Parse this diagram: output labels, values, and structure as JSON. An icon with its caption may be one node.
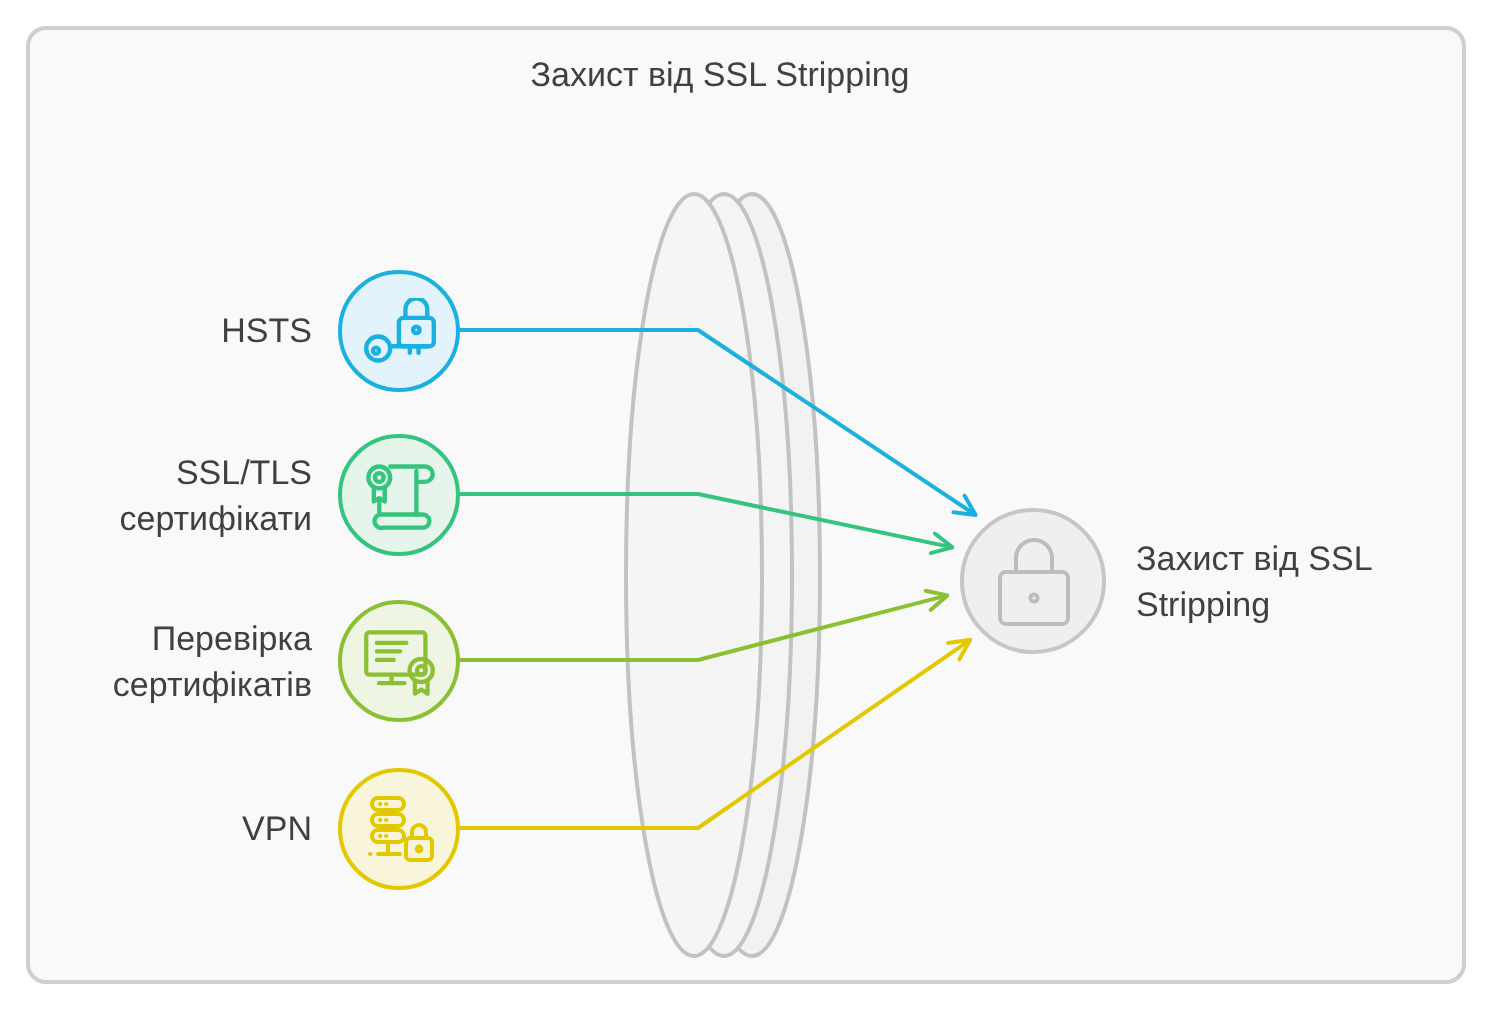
{
  "diagram": {
    "title": "Захист від SSL Stripping",
    "nodes": [
      {
        "text": [
          "HSTS"
        ]
      },
      {
        "text": [
          "SSL/TLS сертифікати"
        ]
      },
      {
        "text": [
          "Перевірка сертифікатів"
        ]
      },
      {
        "text": [
          "VPN"
        ]
      },
      {
        "text": [
          "Захист від SSL Stripping"
        ]
      }
    ],
    "edges": [
      {
        "from": 0,
        "to": 4,
        "arrow": "to",
        "color": "#1ab0e0"
      },
      {
        "from": 1,
        "to": 4,
        "arrow": "to",
        "color": "#35c47e"
      },
      {
        "from": 2,
        "to": 4,
        "arrow": "to",
        "color": "#8cc034"
      },
      {
        "from": 3,
        "to": 4,
        "arrow": "to",
        "color": "#e3c800"
      }
    ]
  }
}
